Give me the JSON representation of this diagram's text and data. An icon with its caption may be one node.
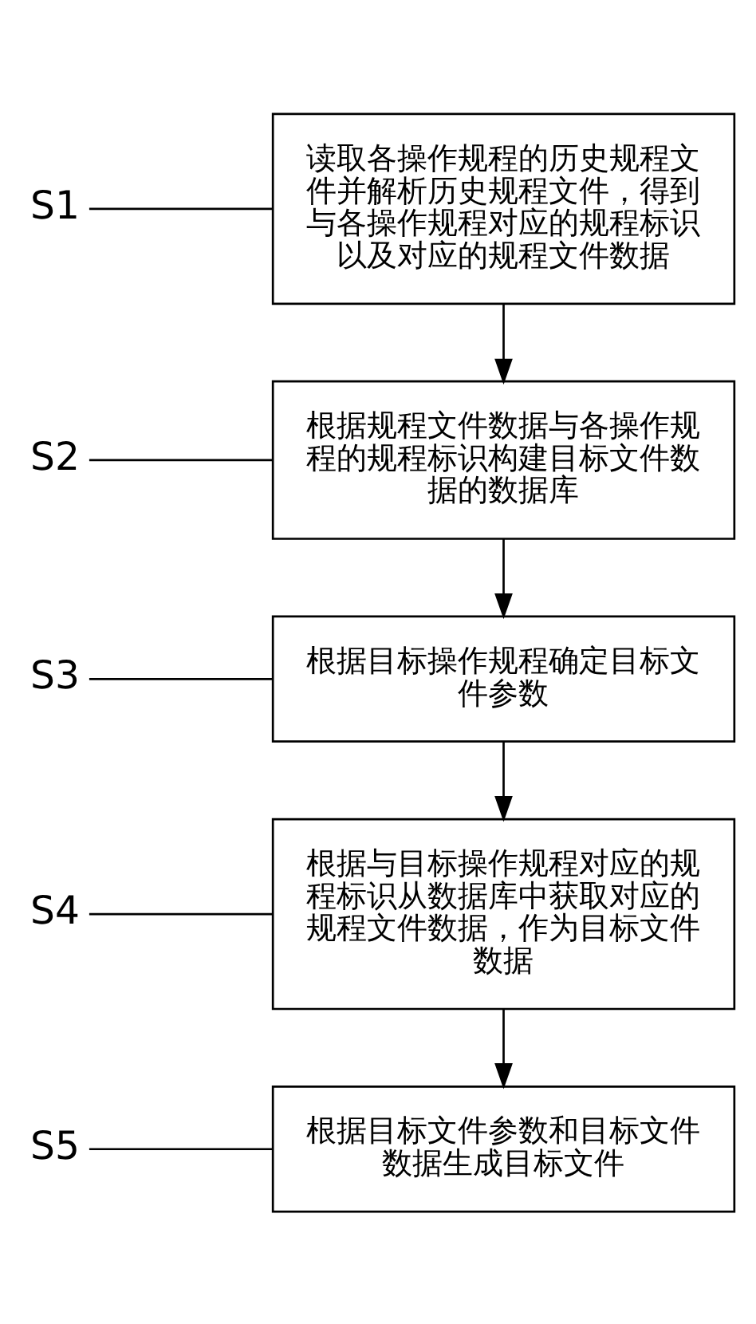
{
  "diagram": {
    "nodes": [
      {
        "text": [
          "读取各操作规程的历史规程文件并解析历史规程文件，得到与各操作规程对应的规程标识以及对应的规程文件数据"
        ]
      },
      {
        "text": [
          "S1"
        ]
      },
      {
        "text": [
          "根据规程文件数据与各操作规程的规程标识构建目标文件数据的数据库"
        ]
      },
      {
        "text": [
          "S2"
        ]
      },
      {
        "text": [
          "根据目标操作规程确定目标文件参数"
        ]
      },
      {
        "text": [
          "S3"
        ]
      },
      {
        "text": [
          "根据与目标操作规程对应的规程标识从数据库中获取对应的规程文件数据，作为目标文件数据"
        ]
      },
      {
        "text": [
          "S4"
        ]
      },
      {
        "text": [
          "根据目标文件参数和目标文件数据生成目标文件"
        ]
      },
      {
        "text": [
          "S5"
        ]
      }
    ],
    "edges": [
      {
        "from": 1,
        "to": 0,
        "arrow": "none"
      },
      {
        "from": 0,
        "to": 2,
        "arrow": "to"
      },
      {
        "from": 3,
        "to": 2,
        "arrow": "none"
      },
      {
        "from": 2,
        "to": 4,
        "arrow": "to"
      },
      {
        "from": 5,
        "to": 4,
        "arrow": "none"
      },
      {
        "from": 4,
        "to": 6,
        "arrow": "to"
      },
      {
        "from": 7,
        "to": 6,
        "arrow": "none"
      },
      {
        "from": 6,
        "to": 8,
        "arrow": "to"
      },
      {
        "from": 9,
        "to": 8,
        "arrow": "none"
      }
    ]
  }
}
